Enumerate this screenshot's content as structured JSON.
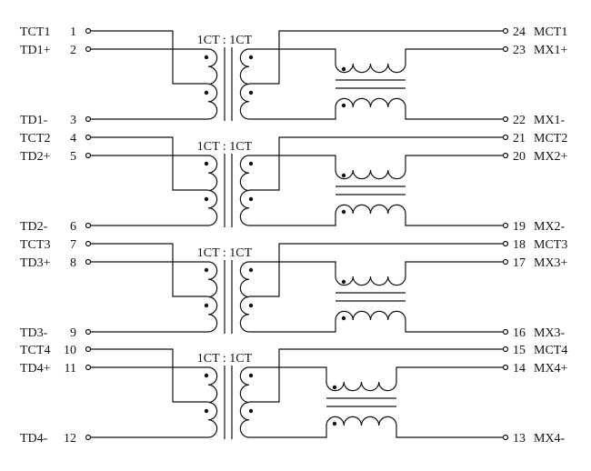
{
  "ratio_label": "1CT : 1CT",
  "colors": {
    "line": "#111111",
    "background": "#ffffff"
  },
  "channels": [
    {
      "left": [
        {
          "name": "TCT1",
          "num": "1"
        },
        {
          "name": "TD1+",
          "num": "2"
        },
        {
          "name": "TD1-",
          "num": "3"
        }
      ],
      "right": [
        {
          "num": "24",
          "name": "MCT1"
        },
        {
          "num": "23",
          "name": "MX1+"
        },
        {
          "num": "22",
          "name": "MX1-"
        }
      ]
    },
    {
      "left": [
        {
          "name": "TCT2",
          "num": "4"
        },
        {
          "name": "TD2+",
          "num": "5"
        },
        {
          "name": "TD2-",
          "num": "6"
        }
      ],
      "right": [
        {
          "num": "21",
          "name": "MCT2"
        },
        {
          "num": "20",
          "name": "MX2+"
        },
        {
          "num": "19",
          "name": "MX2-"
        }
      ]
    },
    {
      "left": [
        {
          "name": "TCT3",
          "num": "7"
        },
        {
          "name": "TD3+",
          "num": "8"
        },
        {
          "name": "TD3-",
          "num": "9"
        }
      ],
      "right": [
        {
          "num": "18",
          "name": "MCT3"
        },
        {
          "num": "17",
          "name": "MX3+"
        },
        {
          "num": "16",
          "name": "MX3-"
        }
      ]
    },
    {
      "left": [
        {
          "name": "TCT4",
          "num": "10"
        },
        {
          "name": "TD4+",
          "num": "11"
        },
        {
          "name": "TD4-",
          "num": "12"
        }
      ],
      "right": [
        {
          "num": "15",
          "name": "MCT4"
        },
        {
          "num": "14",
          "name": "MX4+"
        },
        {
          "num": "13",
          "name": "MX4-"
        }
      ]
    }
  ]
}
